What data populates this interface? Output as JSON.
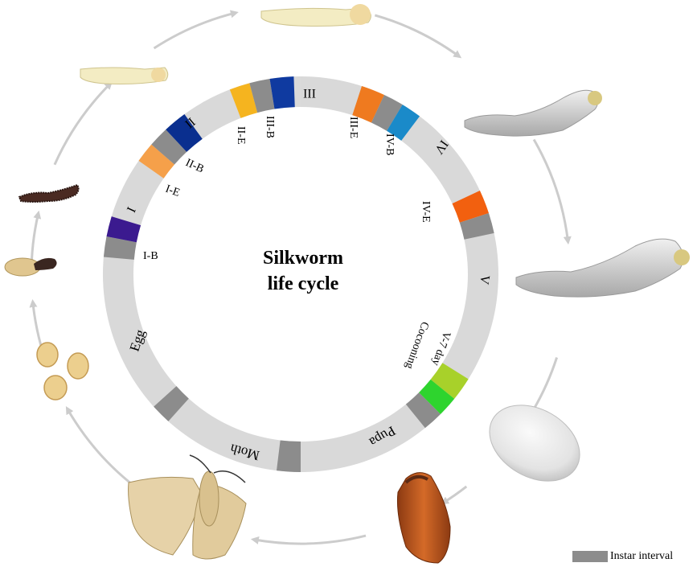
{
  "title_line1": "Silkworm",
  "title_line2": "life cycle",
  "legend_label": "Instar interval",
  "ring_labels": {
    "egg": "Egg",
    "i": "I",
    "i_b": "I-B",
    "i_e": "I-E",
    "ii": "II",
    "ii_b": "II-B",
    "ii_e": "II-E",
    "iii_b": "III-B",
    "iii": "III",
    "iii_e": "III-E",
    "iv_b": "IV-B",
    "iv": "IV",
    "iv_e": "IV-E",
    "v": "V",
    "v7_line1": "V-7 day",
    "v7_line2": "Cocooning",
    "pupa": "Pupa",
    "moth": "Moth"
  },
  "colors": {
    "ring": "#d9d9d9",
    "interval": "#8c8c8c",
    "i_b": "#3b1a8f",
    "i_e": "#f5a04a",
    "ii_b": "#0a2f8f",
    "ii_e": "#f5b41f",
    "iii_b": "#0f3aa0",
    "iii_e": "#ef7a1f",
    "iv_b": "#1a8ac9",
    "iv_e": "#f2600f",
    "v7": "#a8d12a",
    "cocooning": "#2ed42e",
    "arrow": "#cccccc"
  },
  "stages_icons": [
    "eggs-icon",
    "hatching-larva-icon",
    "first-instar-larva-icon",
    "second-instar-larva-icon",
    "third-instar-larva-icon",
    "fourth-instar-larva-icon",
    "fifth-instar-larva-icon",
    "cocoon-icon",
    "pupa-icon",
    "moth-icon"
  ]
}
